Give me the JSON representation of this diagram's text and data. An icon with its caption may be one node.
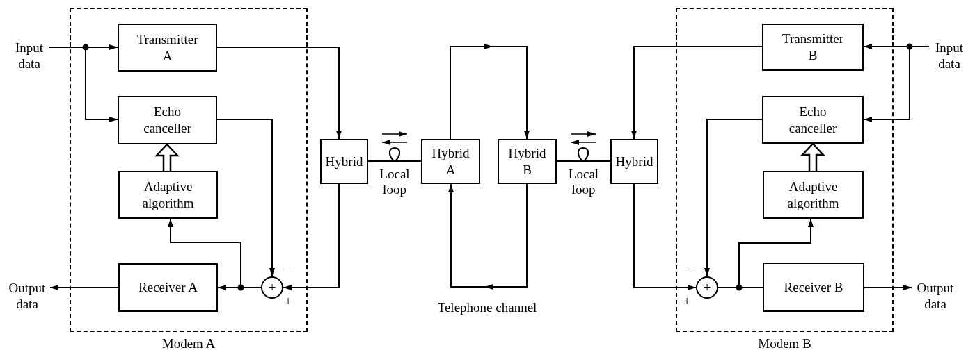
{
  "diagram": {
    "nodes": [
      {
        "text": [
          "Modem A"
        ]
      },
      {
        "text": [
          "Input data"
        ]
      },
      {
        "text": [
          "Transmitter A"
        ],
        "in": 0
      },
      {
        "text": [
          "Echo canceller"
        ],
        "in": 0
      },
      {
        "text": [
          "Adaptive algorithm"
        ],
        "in": 0
      },
      {
        "text": [
          "Receiver A"
        ],
        "in": 0
      },
      {
        "text": [
          "+"
        ],
        "in": 0
      },
      {
        "text": [
          "Output data"
        ]
      },
      {
        "text": [
          "Hybrid"
        ]
      },
      {
        "text": [
          "Hybrid A"
        ]
      },
      {
        "text": [
          "Hybrid B"
        ]
      },
      {
        "text": [
          "Hybrid"
        ]
      },
      {
        "text": [
          "Modem B"
        ]
      },
      {
        "text": [
          "Transmitter B"
        ],
        "in": 12
      },
      {
        "text": [
          "Echo canceller"
        ],
        "in": 12
      },
      {
        "text": [
          "Adaptive algorithm"
        ],
        "in": 12
      },
      {
        "text": [
          "+"
        ],
        "in": 12
      },
      {
        "text": [
          "Receiver B"
        ],
        "in": 12
      },
      {
        "text": [
          "Input data"
        ]
      },
      {
        "text": [
          "Output data"
        ]
      }
    ],
    "edges": [
      {
        "from": 1,
        "to": 2,
        "arrow": "to"
      },
      {
        "from": 1,
        "to": 3,
        "arrow": "to"
      },
      {
        "from": 2,
        "to": 8,
        "arrow": "to"
      },
      {
        "from": 8,
        "to": 6,
        "arrow": "to"
      },
      {
        "from": 3,
        "to": 6,
        "arrow": "to"
      },
      {
        "from": 4,
        "to": 3,
        "arrow": "to",
        "style": "thick"
      },
      {
        "from": 6,
        "to": 5,
        "arrow": "to"
      },
      {
        "from": 6,
        "to": 4,
        "arrow": "to"
      },
      {
        "from": 5,
        "to": 7,
        "arrow": "to"
      },
      {
        "from": 8,
        "to": 9,
        "arrow": "none",
        "label": "Local loop"
      },
      {
        "from": 9,
        "to": 10,
        "arrow": "to"
      },
      {
        "from": 10,
        "to": 9,
        "arrow": "to"
      },
      {
        "from": 10,
        "to": 11,
        "arrow": "none",
        "label": "Local loop"
      },
      {
        "from": 13,
        "to": 11,
        "arrow": "to"
      },
      {
        "from": 11,
        "to": 16,
        "arrow": "to"
      },
      {
        "from": 14,
        "to": 16,
        "arrow": "to"
      },
      {
        "from": 15,
        "to": 14,
        "arrow": "to",
        "style": "thick"
      },
      {
        "from": 16,
        "to": 17,
        "arrow": "none"
      },
      {
        "from": 16,
        "to": 15,
        "arrow": "to"
      },
      {
        "from": 17,
        "to": 19,
        "arrow": "to"
      },
      {
        "from": 18,
        "to": 13,
        "arrow": "to"
      },
      {
        "from": 18,
        "to": 14,
        "arrow": "to"
      }
    ],
    "labels": [
      "−",
      "+",
      "Telephone channel",
      "−",
      "+"
    ]
  }
}
